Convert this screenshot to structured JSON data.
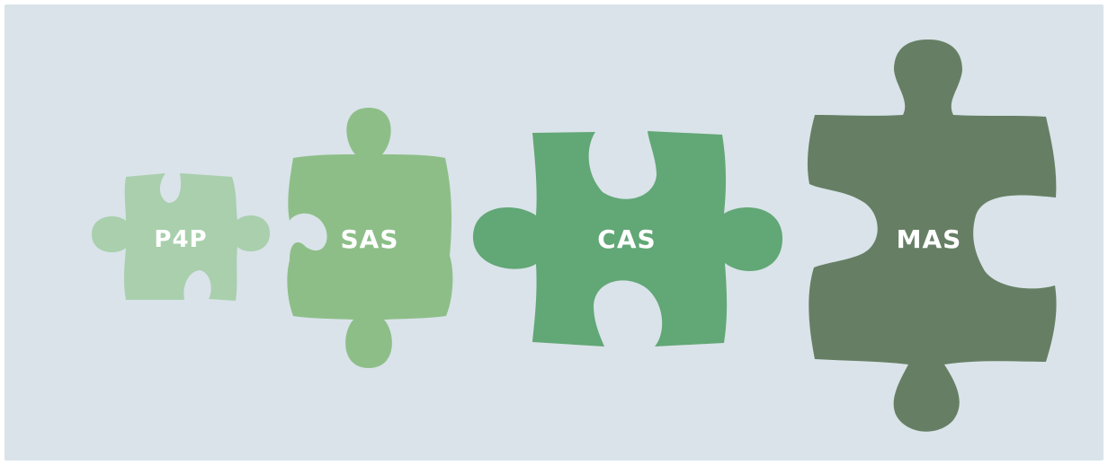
{
  "pieces": [
    {
      "id": "p4p",
      "label": "P4P",
      "color": "#a9cfad"
    },
    {
      "id": "sas",
      "label": "SAS",
      "color": "#8dbe88"
    },
    {
      "id": "cas",
      "label": "CAS",
      "color": "#62a776"
    },
    {
      "id": "mas",
      "label": "MAS",
      "color": "#667f64"
    }
  ],
  "colors": {
    "background": "#d9e3e9",
    "label_text": "#ffffff"
  }
}
